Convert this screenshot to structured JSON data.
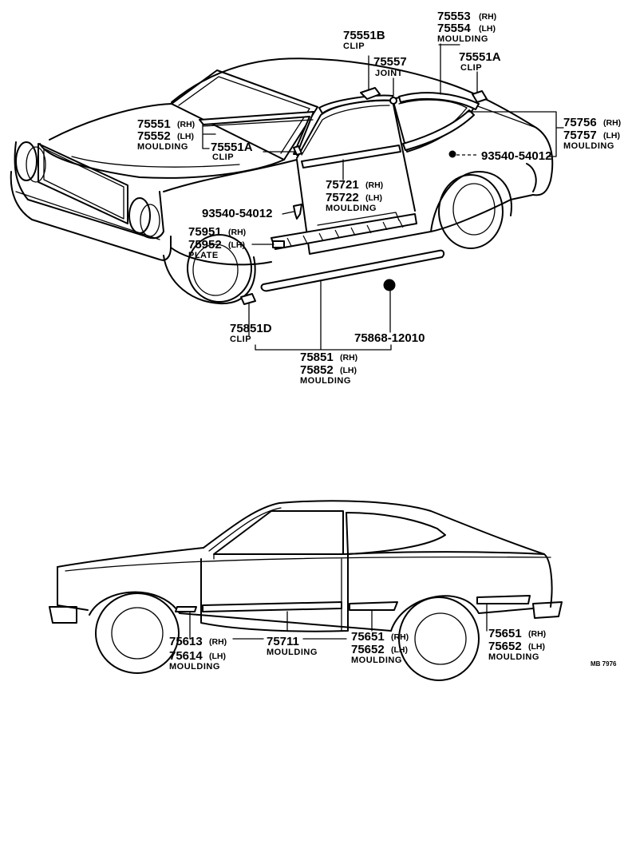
{
  "labels": {
    "p75551B": "75551B",
    "clip_75551B": "CLIP",
    "p75557": "75557",
    "joint_75557": "JOINT",
    "p75553": "75553",
    "p75553_side": "(RH)",
    "p75554": "75554",
    "p75554_side": "(LH)",
    "moulding_7555x": "MOULDING",
    "p75551A_r": "75551A",
    "clip_75551A_r": "CLIP",
    "p75756": "75756",
    "p75756_side": "(RH)",
    "p75757": "75757",
    "p75757_side": "(LH)",
    "moulding_7575x": "MOULDING",
    "p93540_r": "93540-54012",
    "p75551": "75551",
    "p75551_side": "(RH)",
    "p75552": "75552",
    "p75552_side": "(LH)",
    "moulding_7555x_l": "MOULDING",
    "p75551A_l": "75551A",
    "clip_75551A_l": "CLIP",
    "p75721": "75721",
    "p75721_side": "(RH)",
    "p75722": "75722",
    "p75722_side": "(LH)",
    "moulding_7572x": "MOULDING",
    "p93540_l": "93540-54012",
    "p75951": "75951",
    "p75951_side": "(RH)",
    "p75952": "75952",
    "p75952_side": "(LH)",
    "plate": "PLATE",
    "p75851D": "75851D",
    "clip_75851D": "CLIP",
    "p75868": "75868-12010",
    "p75851": "75851",
    "p75851_side": "(RH)",
    "p75852": "75852",
    "p75852_side": "(LH)",
    "moulding_7585x": "MOULDING",
    "p75613": "75613",
    "p75613_side": "(RH)",
    "p75614": "75614",
    "p75614_side": "(LH)",
    "moulding_7561x": "MOULDING",
    "p75711": "75711",
    "moulding_75711": "MOULDING",
    "p75651": "75651",
    "p75651_side": "(RH)",
    "p75652": "75652",
    "p75652_side": "(LH)",
    "moulding_7565x": "MOULDING",
    "p75651_r": "75651",
    "p75651_r_side": "(RH)",
    "p75652_r": "75652",
    "p75652_r_side": "(LH)",
    "moulding_7565x_r": "MOULDING",
    "ref_code": "MB 7976"
  }
}
